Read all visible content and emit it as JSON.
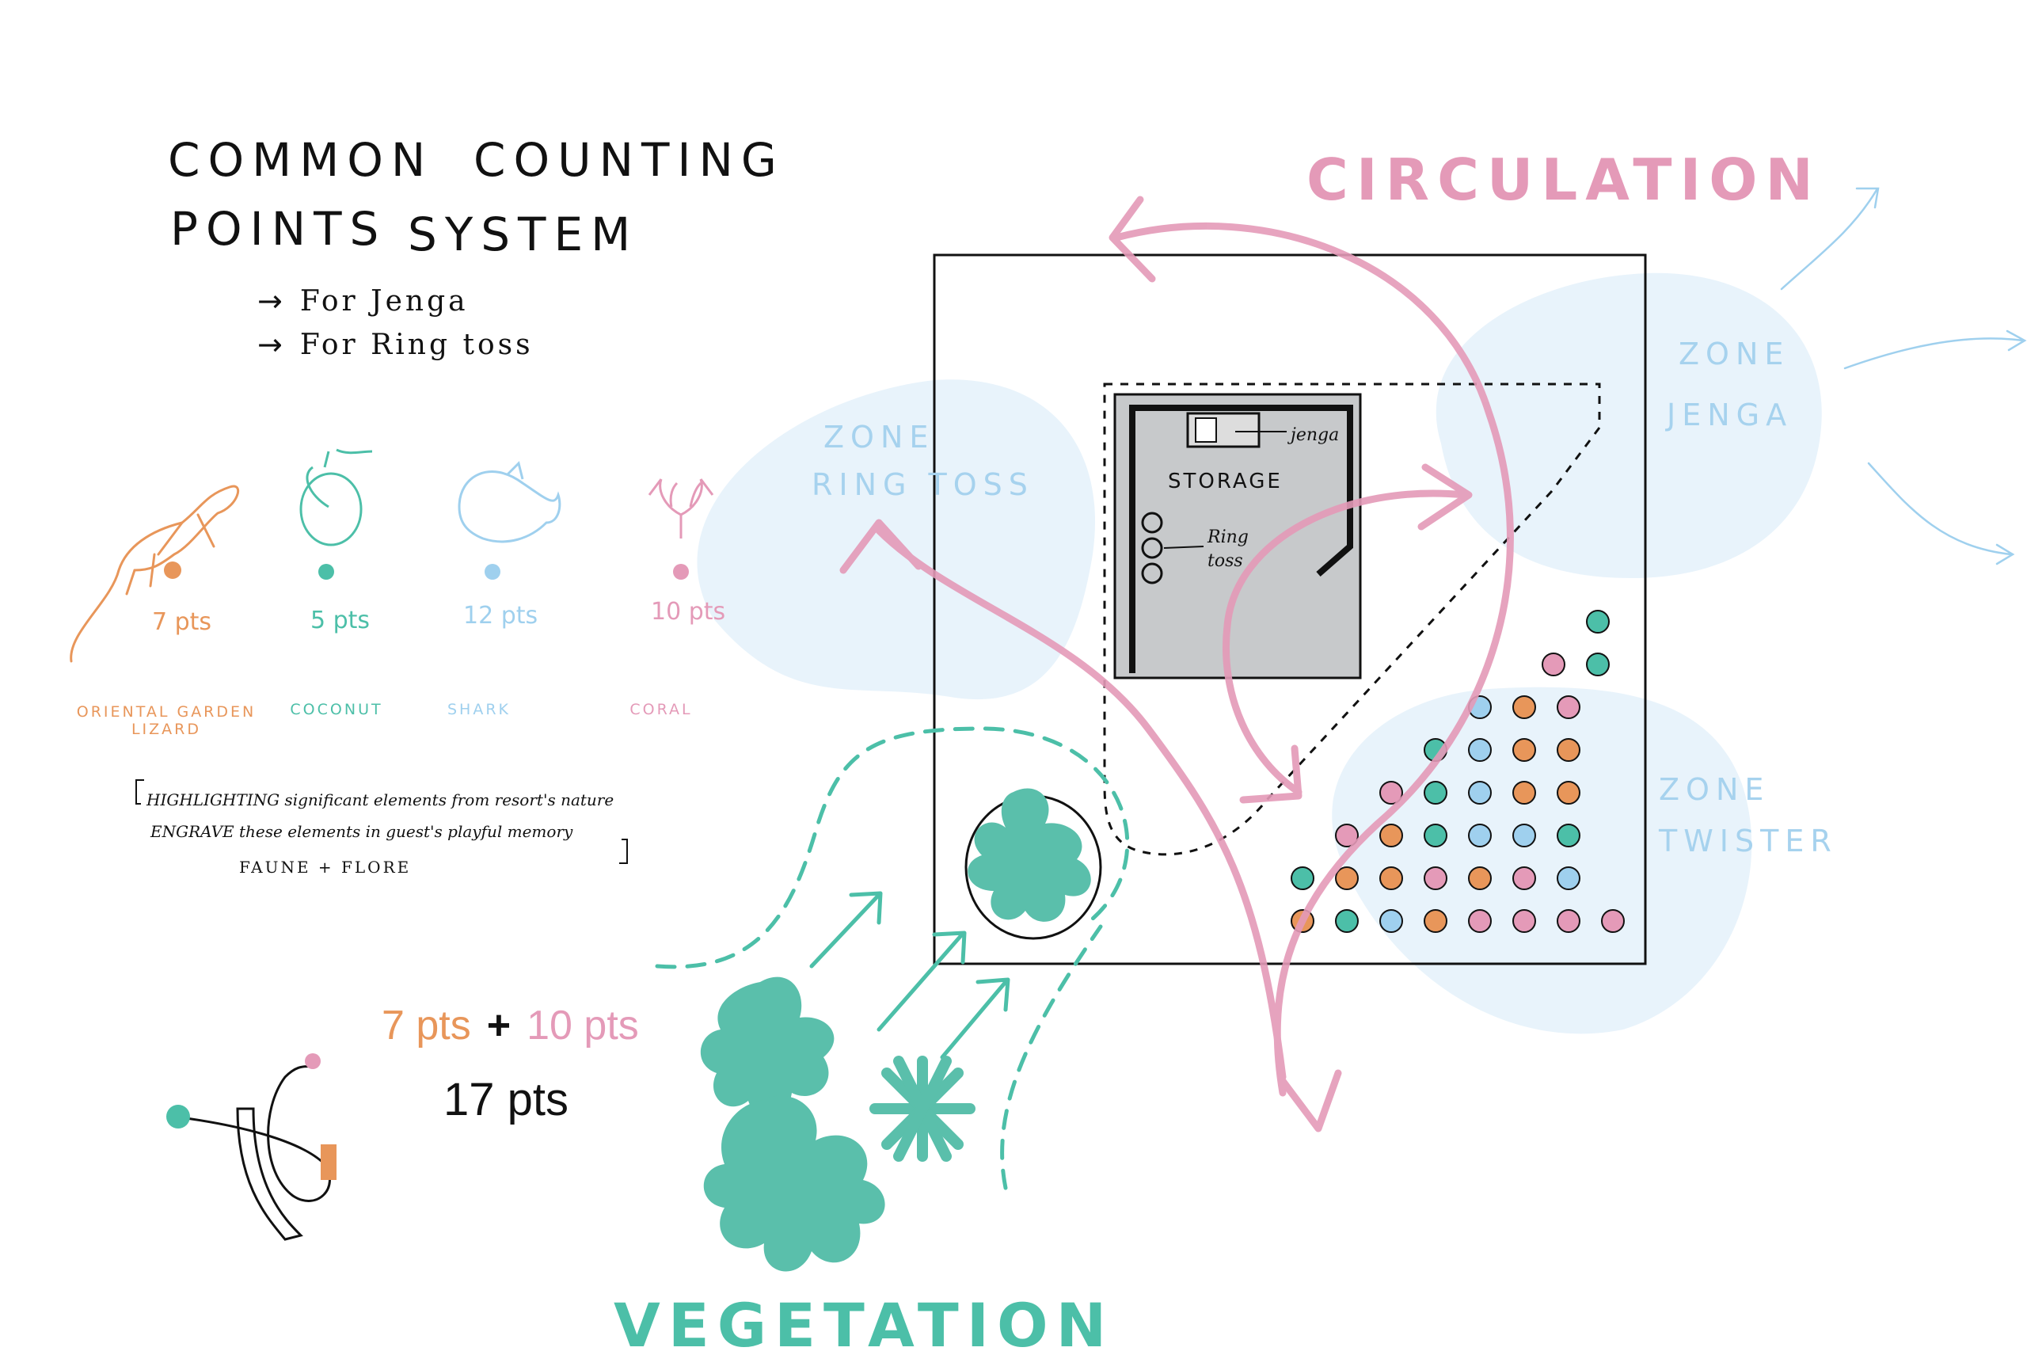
{
  "title": {
    "line1_left": "COMMON",
    "line1_right": "COUNTING",
    "line2_left": "POINTS",
    "line2_right": "SYSTEM"
  },
  "bullets": [
    "For Jenga",
    "For Ring toss"
  ],
  "elements": [
    {
      "name": "ORIENTAL GARDEN LIZARD",
      "pts": "7 pts",
      "color": "#e8965a",
      "icon": "lizard-icon"
    },
    {
      "name": "COCONUT",
      "pts": "5 pts",
      "color": "#4cbfa8",
      "icon": "coconut-icon"
    },
    {
      "name": "SHARK",
      "pts": "12 pts",
      "color": "#9fd0ee",
      "icon": "shark-icon"
    },
    {
      "name": "CORAL",
      "pts": "10 pts",
      "color": "#e49ab8",
      "icon": "coral-icon"
    }
  ],
  "note": {
    "line1": "HIGHLIGHTING significant elements from resort's nature",
    "line2": "ENGRAVE these elements in guest's playful memory",
    "line3": "FAUNE + FLORE"
  },
  "sum": {
    "a": "7 pts",
    "plus": "+",
    "b": "10 pts",
    "total": "17 pts"
  },
  "labels": {
    "circulation": "CIRCULATION",
    "vegetation": "VEGETATION",
    "zone_ring_toss_1": "ZONE",
    "zone_ring_toss_2": "RING TOSS",
    "zone_jenga_1": "ZONE",
    "zone_jenga_2": "JENGA",
    "zone_twister_1": "ZONE",
    "zone_twister_2": "TWISTER",
    "storage": "STORAGE",
    "storage_jenga": "jenga",
    "storage_ring": "Ring",
    "storage_toss": "toss"
  },
  "colors": {
    "pink": "#e49ab8",
    "teal": "#4cbfa8",
    "blue": "#9fd0ee",
    "orange": "#e8965a",
    "zone": "#e8f3fb",
    "storage": "#c7c9cb"
  }
}
